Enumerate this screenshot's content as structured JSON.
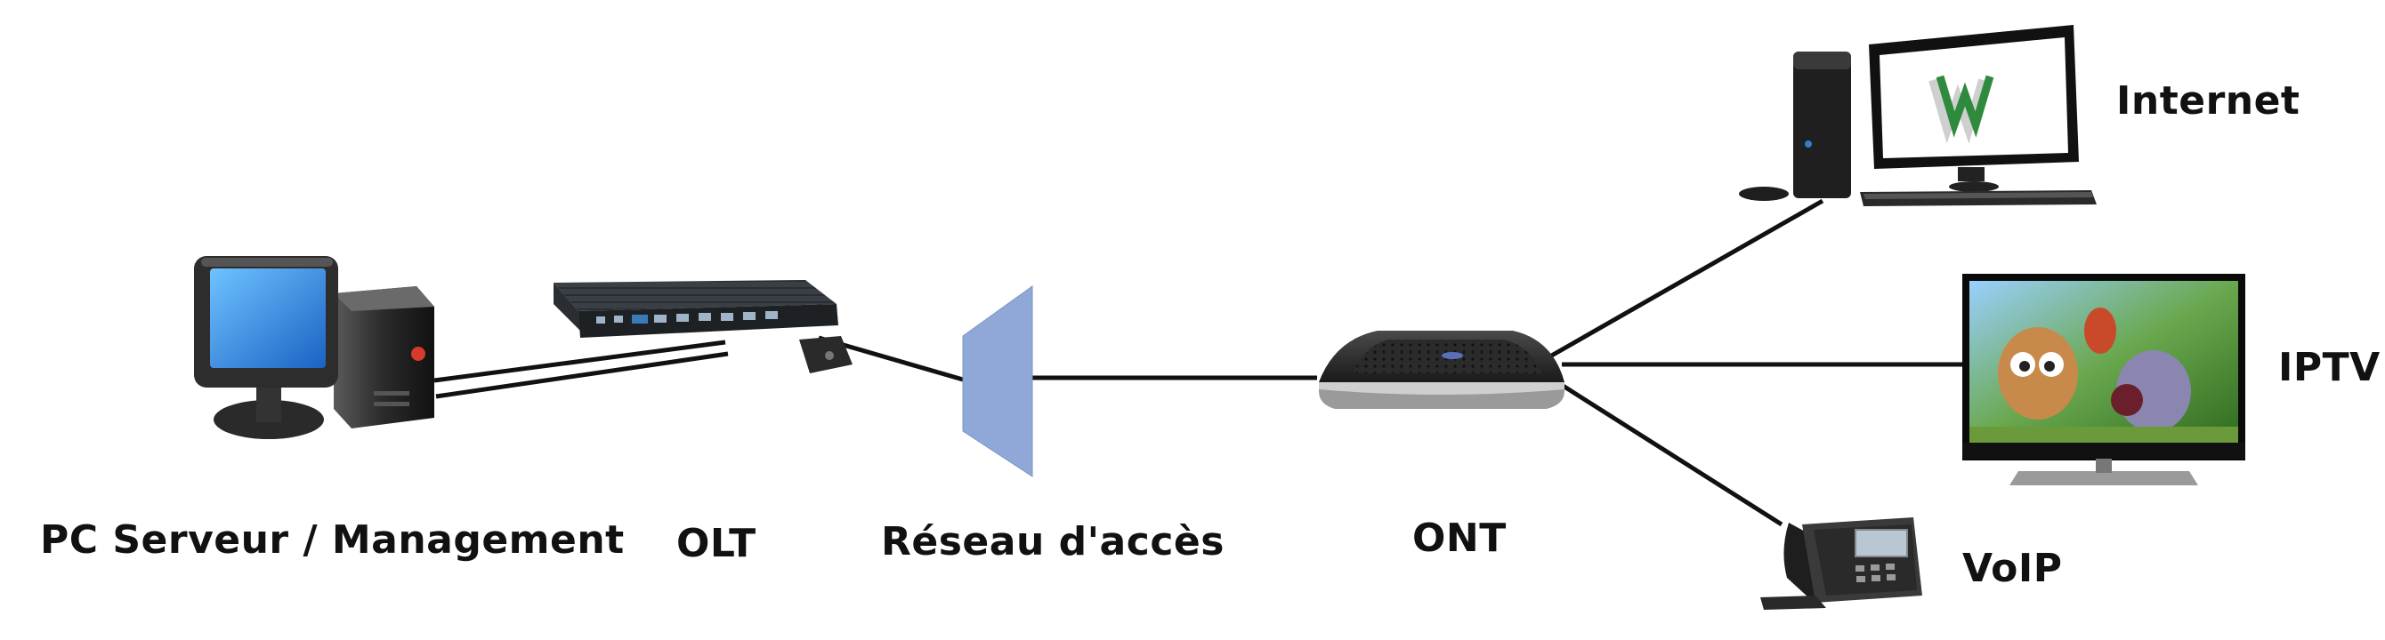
{
  "diagram": {
    "nodes": [
      {
        "id": "pc",
        "label": "PC Serveur / Management",
        "icon": "pc-tower-monitor-icon"
      },
      {
        "id": "olt",
        "label": "OLT",
        "icon": "rack-switch-icon"
      },
      {
        "id": "acces",
        "label": "Réseau d'accès",
        "icon": "access-network-trapezoid-icon"
      },
      {
        "id": "ont",
        "label": "ONT",
        "icon": "ont-modem-icon"
      },
      {
        "id": "internet",
        "label": "Internet",
        "icon": "desktop-computer-icon"
      },
      {
        "id": "iptv",
        "label": "IPTV",
        "icon": "tv-icon"
      },
      {
        "id": "voip",
        "label": "VoIP",
        "icon": "ip-phone-icon"
      }
    ],
    "edges": [
      {
        "from": "pc",
        "to": "olt",
        "lines": 2
      },
      {
        "from": "olt",
        "to": "acces",
        "lines": 1
      },
      {
        "from": "acces",
        "to": "ont",
        "lines": 1
      },
      {
        "from": "ont",
        "to": "internet",
        "lines": 1
      },
      {
        "from": "ont",
        "to": "iptv",
        "lines": 1
      },
      {
        "from": "ont",
        "to": "voip",
        "lines": 1
      }
    ],
    "colors": {
      "line": "#111111",
      "access_fill": "#8fa8d8",
      "pc_screen": "#2f8be6",
      "ont_body": "#2b2b2b",
      "internet_logo_green": "#2e8a3c"
    }
  }
}
